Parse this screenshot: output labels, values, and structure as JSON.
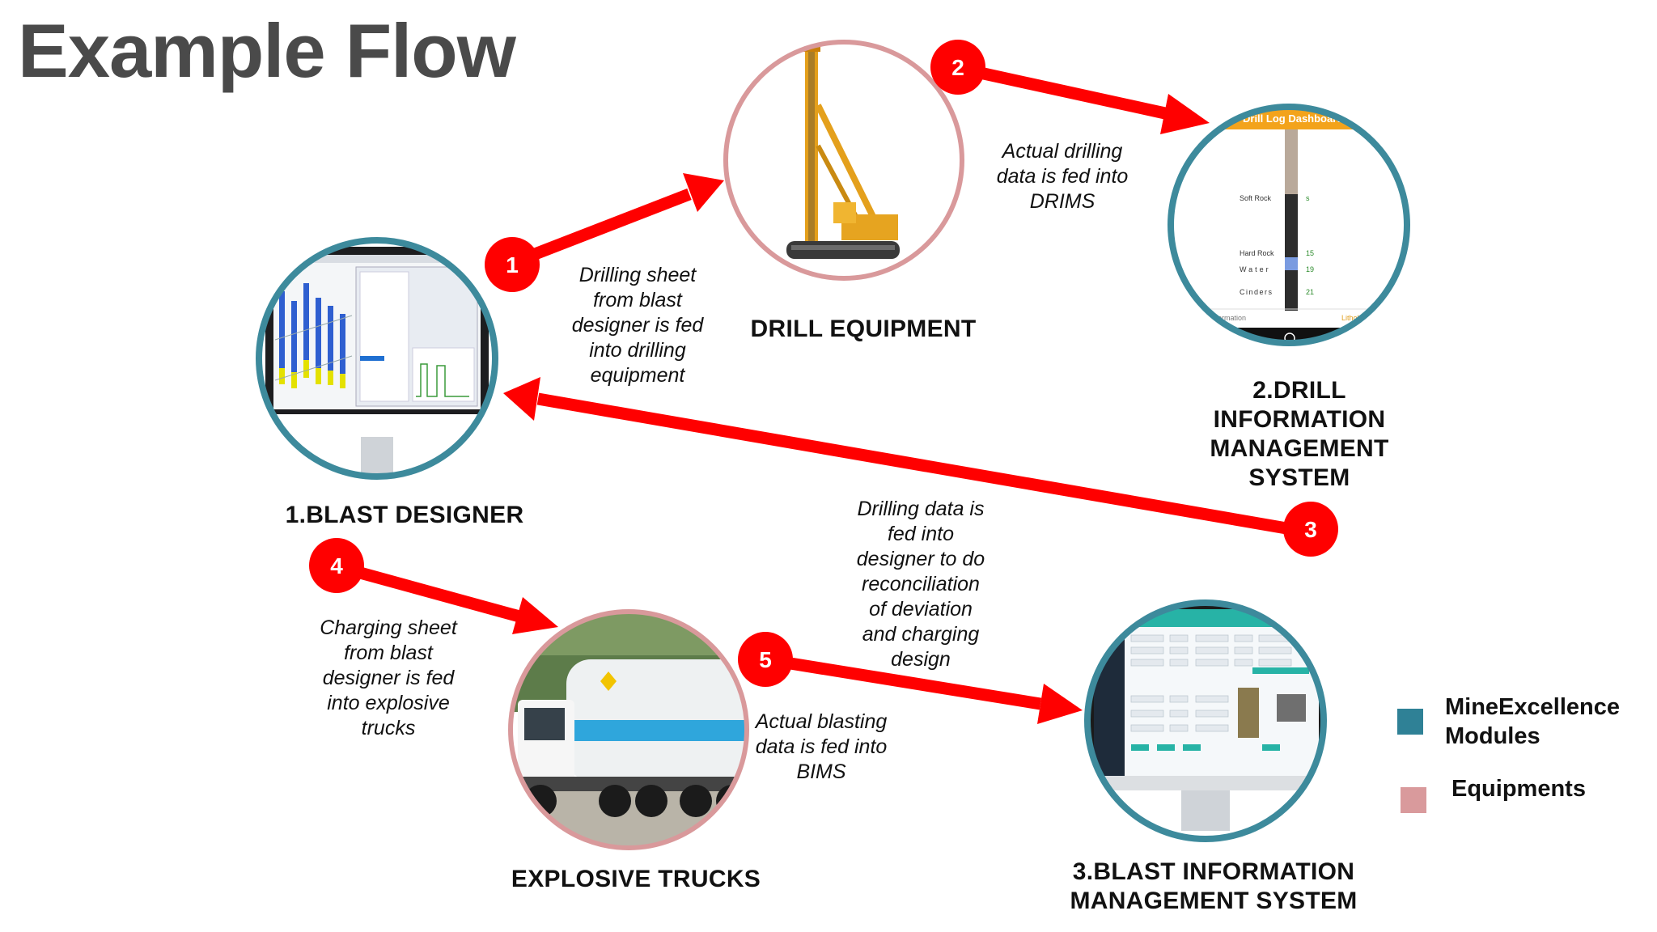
{
  "title": "Example Flow",
  "nodes": {
    "blast_designer": "1.BLAST DESIGNER",
    "drill_equipment": "DRILL EQUIPMENT",
    "drims": "2.DRILL\nINFORMATION\nMANAGEMENT\nSYSTEM",
    "explosive_trucks": "EXPLOSIVE TRUCKS",
    "bims": "3.BLAST INFORMATION\nMANAGEMENT SYSTEM"
  },
  "steps": [
    "1",
    "2",
    "3",
    "4",
    "5"
  ],
  "captions": {
    "step1": "Drilling sheet\nfrom blast\ndesigner is fed\ninto drilling\nequipment",
    "step2": "Actual drilling\ndata is fed into\nDRIMS",
    "step3": "Drilling data is\nfed into\ndesigner to do\nreconciliation\nof deviation\nand charging\ndesign",
    "step4": "Charging sheet\nfrom blast\ndesigner is fed\ninto explosive\ntrucks",
    "step5": "Actual blasting\ndata is fed into\nBIMS"
  },
  "drill_log": {
    "header": "Drill Log Dashboard",
    "rows": [
      "Soft Rock",
      "Hard Rock",
      "Water",
      "Cinders"
    ],
    "footer_left": "Information",
    "footer_right": "Lithologies"
  },
  "legend": [
    {
      "label": "MineExcellence\nModules",
      "color": "#2f8196"
    },
    {
      "label": "Equipments",
      "color": "#d99a9c"
    }
  ],
  "colors": {
    "arrow": "#ff0000",
    "module_ring": "#3d8a9c",
    "equipment_ring": "#d9999b",
    "title": "#4a4a4a"
  }
}
